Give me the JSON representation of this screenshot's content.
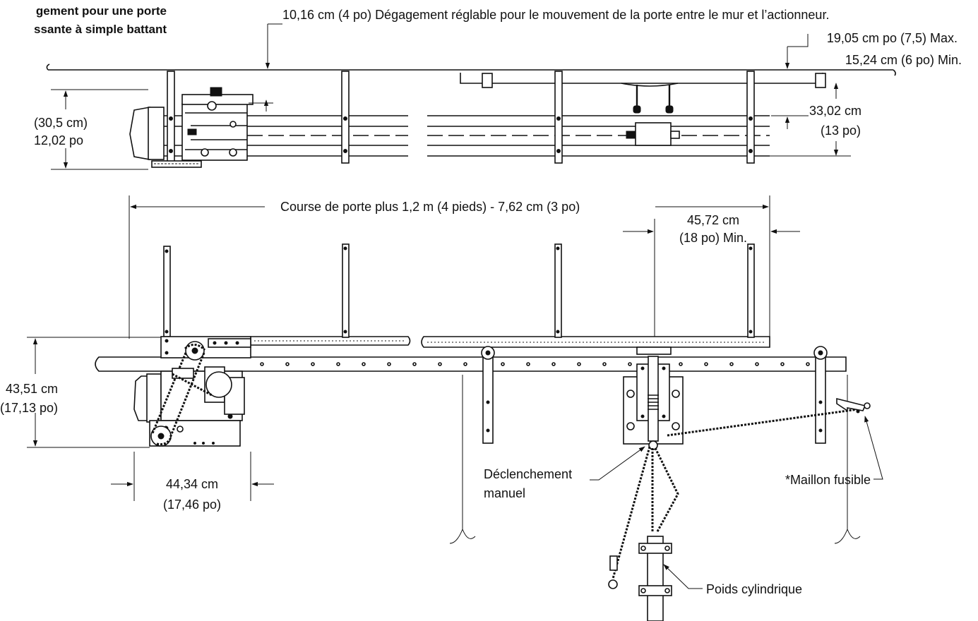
{
  "title": {
    "line1": "gement pour une porte",
    "line2": "ssante à simple battant"
  },
  "top_view": {
    "clearance_note": "10,16 cm (4 po) Dégagement réglable pour le mouvement de la porte entre le mur et l’actionneur.",
    "max_label": "19,05 cm po (7,5) Max.",
    "min_label": "15,24 cm (6 po) Min.",
    "height_right_1": "33,02 cm",
    "height_right_2": "(13 po)",
    "height_left_1": "(30,5 cm)",
    "height_left_2": "12,02 po"
  },
  "front_view": {
    "travel_label": "Course de porte plus  1,2 m (4 pieds) - 7,62 cm (3 po)",
    "min_gap_1": "45,72 cm",
    "min_gap_2": "(18 po) Min.",
    "height_1": "43,51 cm",
    "height_2": "(17,13 po)",
    "width_1": "44,34 cm",
    "width_2": "(17,46 po)",
    "manual_release_1": "Déclenchement",
    "manual_release_2": "manuel",
    "fusible_link": "*Maillon fusible",
    "weight": "Poids cylindrique"
  }
}
